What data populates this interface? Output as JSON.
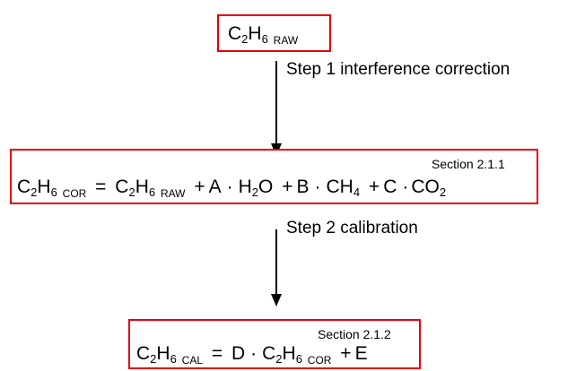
{
  "box_raw": {
    "species": "C",
    "sub1": "2",
    "h": "H",
    "sub2": "6",
    "label": "RAW"
  },
  "step1": {
    "label": "Step 1 interference correction"
  },
  "box_cor": {
    "section": "Section 2.1.1",
    "lhs_c": "C",
    "lhs_sub1": "2",
    "lhs_h": "H",
    "lhs_sub2": "6",
    "lhs_label": "COR",
    "eq": "=",
    "r1_c": "C",
    "r1_sub1": "2",
    "r1_h": "H",
    "r1_sub2": "6",
    "r1_label": "RAW",
    "plus1": "+",
    "coef_a": "A",
    "dot_a": "·",
    "h2o_h": "H",
    "h2o_sub": "2",
    "h2o_o": "O",
    "plus2": "+",
    "coef_b": "B",
    "dot_b": "·",
    "ch4_c": "CH",
    "ch4_sub": "4",
    "plus3": "+",
    "coef_c": "C",
    "dot_c": "·",
    "co2_c": "CO",
    "co2_sub": "2"
  },
  "step2": {
    "label": "Step 2 calibration"
  },
  "box_cal": {
    "section": "Section 2.1.2",
    "lhs_c": "C",
    "lhs_sub1": "2",
    "lhs_h": "H",
    "lhs_sub2": "6",
    "lhs_label": "CAL",
    "eq": "=",
    "coef_d": "D",
    "dot_d": "·",
    "r1_c": "C",
    "r1_sub1": "2",
    "r1_h": "H",
    "r1_sub2": "6",
    "r1_label": "COR",
    "plus": "+",
    "coef_e": "E"
  },
  "colors": {
    "box_border": "#e8000b",
    "text": "#000000",
    "arrow": "#000000"
  }
}
